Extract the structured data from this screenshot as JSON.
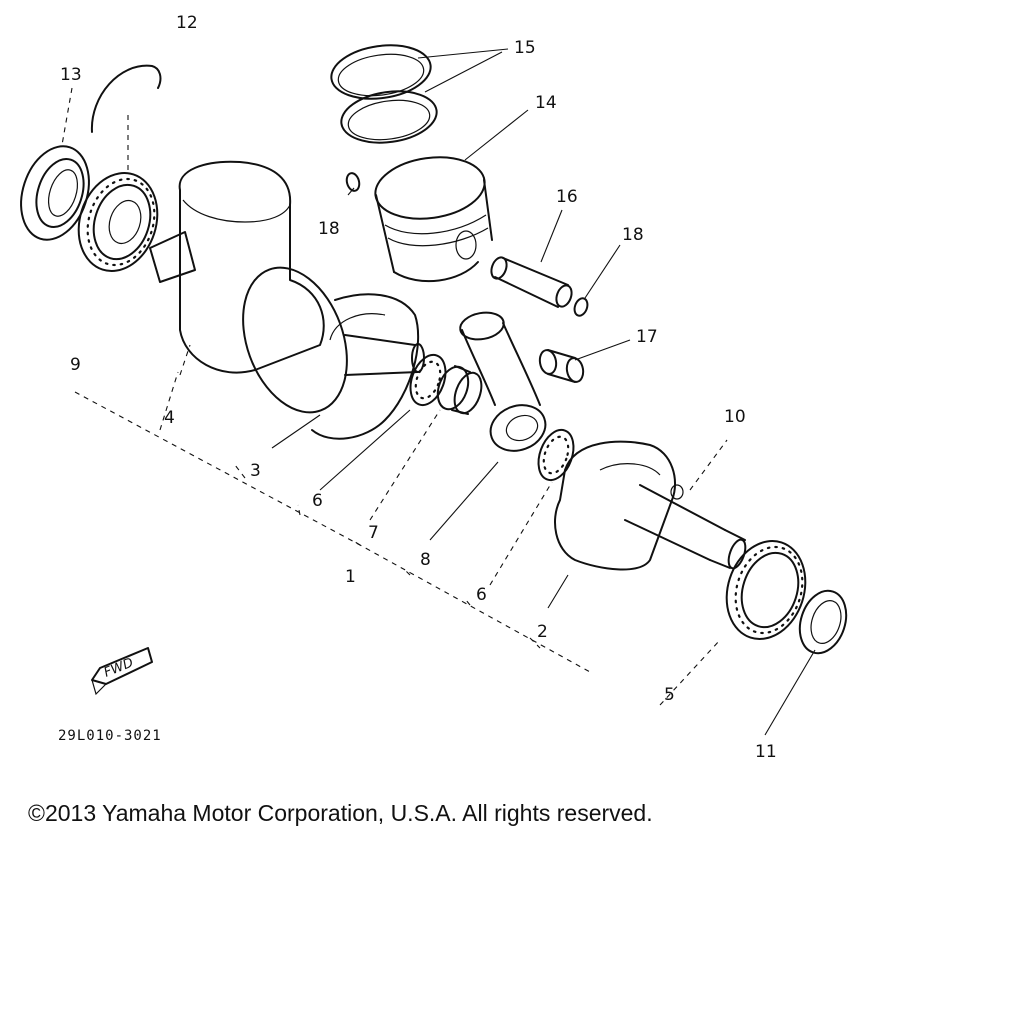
{
  "diagram": {
    "drawing_code": "29L010-3021",
    "fwd_label": "FWD",
    "callouts": [
      {
        "id": "c1",
        "label": "1"
      },
      {
        "id": "c2",
        "label": "2"
      },
      {
        "id": "c3",
        "label": "3"
      },
      {
        "id": "c4",
        "label": "4"
      },
      {
        "id": "c5",
        "label": "5"
      },
      {
        "id": "c6a",
        "label": "6"
      },
      {
        "id": "c6b",
        "label": "6"
      },
      {
        "id": "c7",
        "label": "7"
      },
      {
        "id": "c8",
        "label": "8"
      },
      {
        "id": "c9",
        "label": "9"
      },
      {
        "id": "c10",
        "label": "10"
      },
      {
        "id": "c11",
        "label": "11"
      },
      {
        "id": "c12",
        "label": "12"
      },
      {
        "id": "c13",
        "label": "13"
      },
      {
        "id": "c14",
        "label": "14"
      },
      {
        "id": "c15",
        "label": "15"
      },
      {
        "id": "c16",
        "label": "16"
      },
      {
        "id": "c17",
        "label": "17"
      },
      {
        "id": "c18a",
        "label": "18"
      },
      {
        "id": "c18b",
        "label": "18"
      }
    ]
  },
  "footer": {
    "copyright": "©2013 Yamaha Motor Corporation, U.S.A. All rights reserved."
  }
}
